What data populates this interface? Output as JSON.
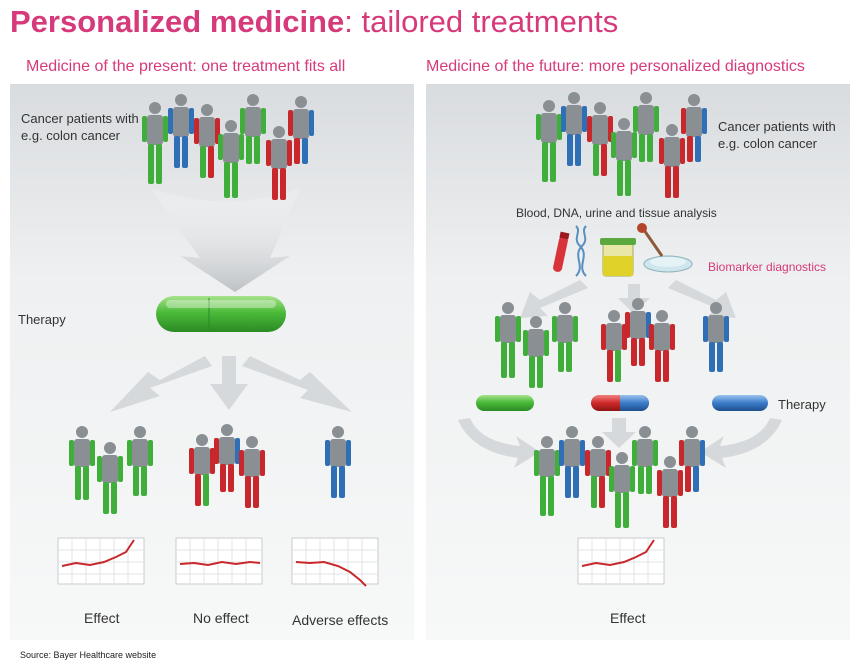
{
  "title": {
    "bold": "Personalized medicine",
    "rest": ": tailored treatments"
  },
  "left": {
    "heading": "Medicine of the present: one treatment fits all",
    "patients_label_line1": "Cancer patients with",
    "patients_label_line2": "e.g. colon cancer",
    "therapy_label": "Therapy",
    "outcomes": [
      "Effect",
      "No effect",
      "Adverse effects"
    ]
  },
  "right": {
    "heading": "Medicine of the future: more personalized diagnostics",
    "patients_label_line1": "Cancer patients with",
    "patients_label_line2": "e.g. colon cancer",
    "analysis_label": "Blood, DNA, urine and tissue analysis",
    "biomarker_label": "Biomarker diagnostics",
    "therapy_label": "Therapy",
    "outcome": "Effect"
  },
  "source": "Source: Bayer Healthcare website",
  "colors": {
    "accent": "#d63a7b",
    "green": "#3fae3a",
    "red": "#c8282c",
    "blue": "#2f6fb5",
    "grey": "#8a8f94"
  }
}
